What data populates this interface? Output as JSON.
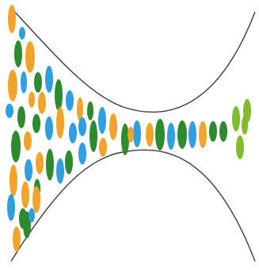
{
  "diagram": {
    "colors": {
      "orange": "#f0a52a",
      "blue": "#2f9fe0",
      "green": "#2d8a2f",
      "light_green": "#7fbd2e",
      "outline": "#3c3c3c"
    },
    "description_items": {
      "funnel_outline": "funnel-outline",
      "input_particles": "mixed-particles",
      "output_particles": "filtered-particles"
    }
  }
}
